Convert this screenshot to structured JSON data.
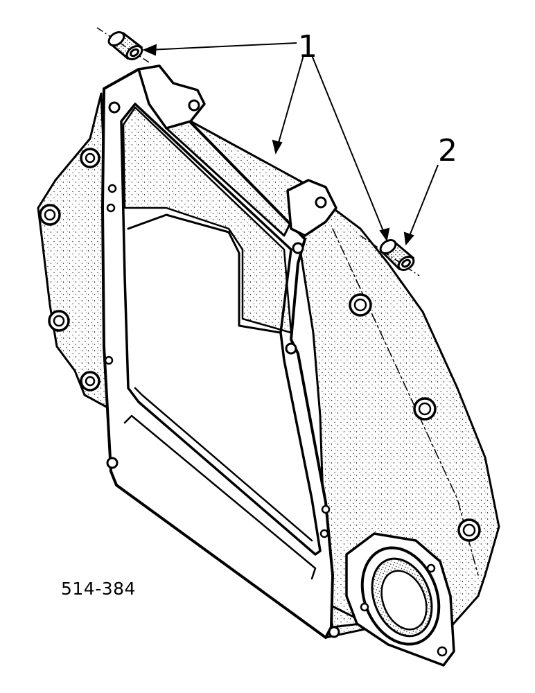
{
  "callouts": {
    "item_1": "1",
    "item_2": "2"
  },
  "figure_number": "514-384",
  "colors": {
    "ink": "#000000",
    "paper": "#ffffff"
  },
  "parts": [
    {
      "callout": "1",
      "name": "dowel-sleeve"
    },
    {
      "callout": "2",
      "name": "dowel-sleeve"
    }
  ]
}
